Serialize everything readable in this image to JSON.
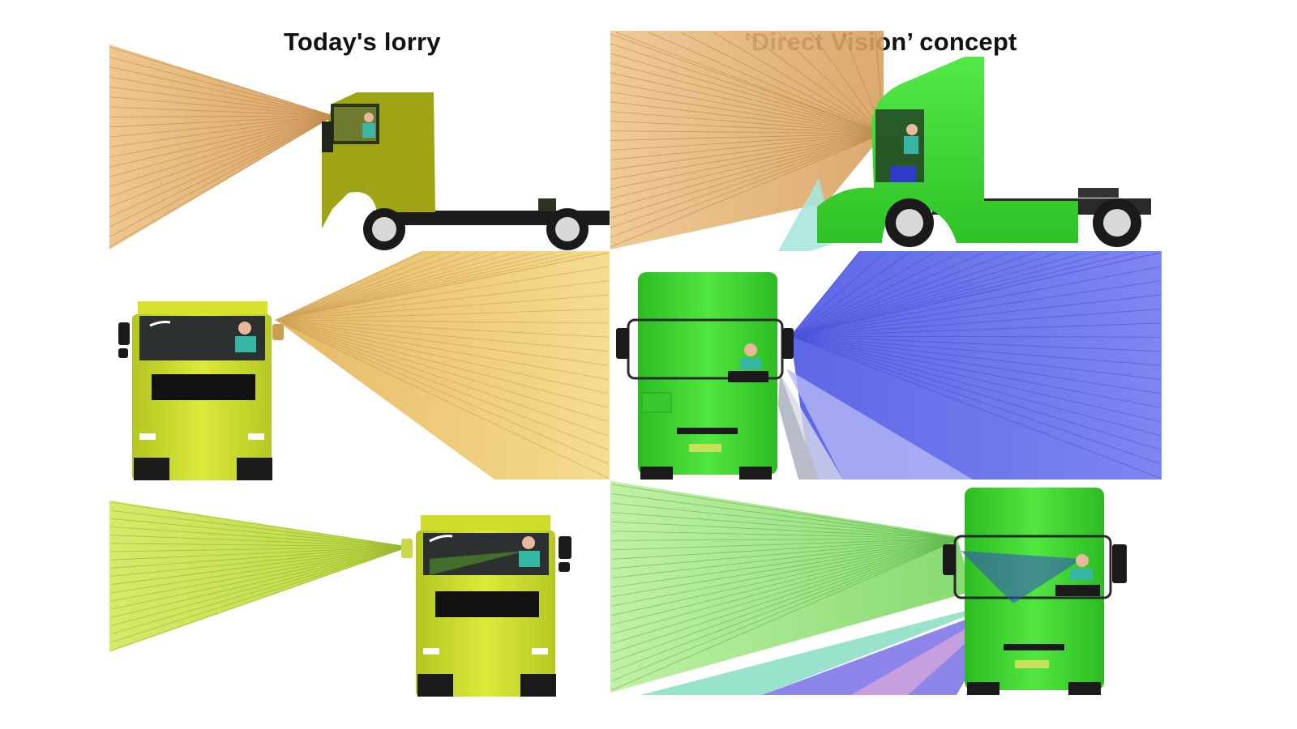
{
  "headings": {
    "left": "Today's lorry",
    "right": "‘Direct Vision’ concept"
  },
  "colors": {
    "today_side_cab": "#9ea414",
    "today_front_cab": "#cfe024",
    "concept_cab": "#3ed430",
    "sight_orange": "#e9b774",
    "sight_yellow": "#f0cf7d",
    "sight_green": "#c8e45a",
    "sight_blue": "#6a74ea",
    "background": "#ffffff"
  },
  "panels": [
    {
      "id": "today-side",
      "column": "left",
      "row": 1,
      "view": "side",
      "sight": "sight_orange",
      "cab": "today_side_cab"
    },
    {
      "id": "concept-side",
      "column": "right",
      "row": 1,
      "view": "side",
      "sight": "sight_orange",
      "cab": "concept_cab"
    },
    {
      "id": "today-front-passenger",
      "column": "left",
      "row": 2,
      "view": "front",
      "sight": "sight_yellow",
      "cab": "today_front_cab"
    },
    {
      "id": "concept-front-passenger",
      "column": "right",
      "row": 2,
      "view": "front",
      "sight": "sight_blue",
      "cab": "concept_cab"
    },
    {
      "id": "today-front-driver",
      "column": "left",
      "row": 3,
      "view": "front",
      "sight": "sight_green",
      "cab": "today_front_cab"
    },
    {
      "id": "concept-front-driver",
      "column": "right",
      "row": 3,
      "view": "front",
      "sight": "sight_green",
      "cab": "concept_cab"
    }
  ]
}
